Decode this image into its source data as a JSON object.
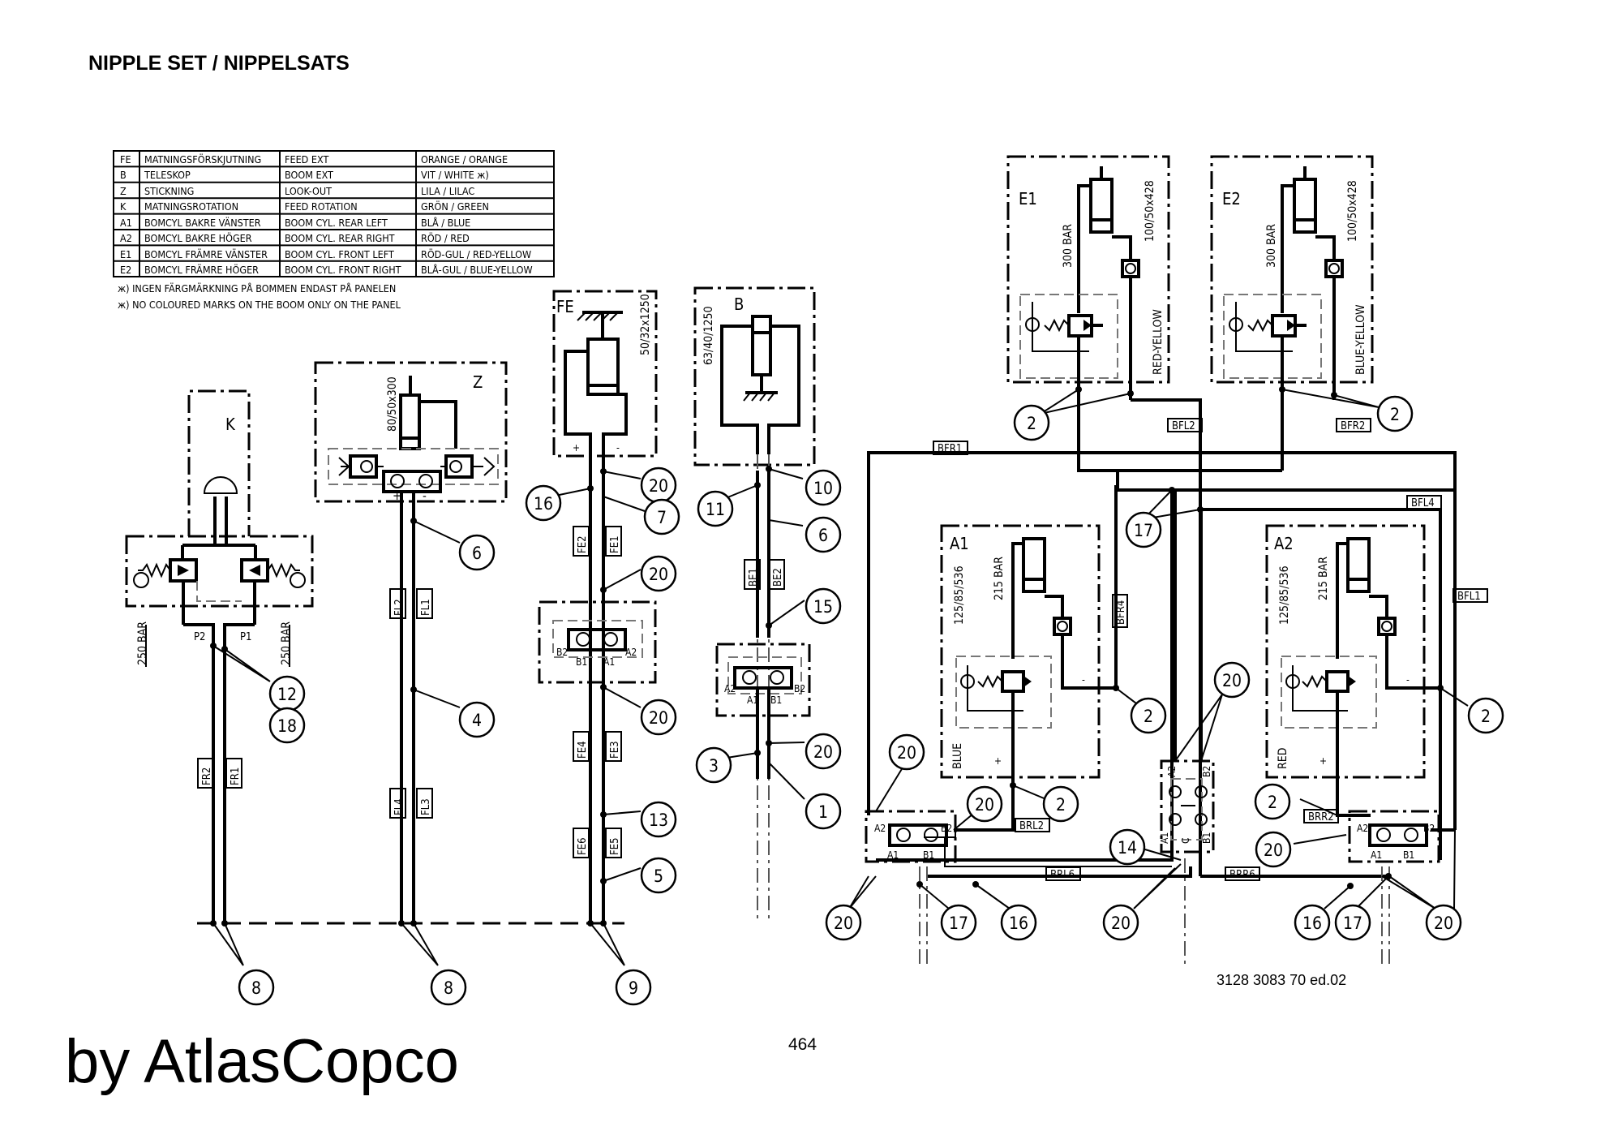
{
  "header": {
    "title": "NIPPLE SET / NIPPELSATS"
  },
  "legend": {
    "rows": [
      {
        "code": "FE",
        "sv": "MATNINGSFÖRSKJUTNING",
        "en": "FEED EXT",
        "color": "ORANGE / ORANGE"
      },
      {
        "code": "B",
        "sv": "TELESKOP",
        "en": "BOOM EXT",
        "color": "VIT / WHITE ж)"
      },
      {
        "code": "Z",
        "sv": "STICKNING",
        "en": "LOOK-OUT",
        "color": "LILA / LILAC"
      },
      {
        "code": "K",
        "sv": "MATNINGSROTATION",
        "en": "FEED ROTATION",
        "color": "GRÖN / GREEN"
      },
      {
        "code": "A1",
        "sv": "BOMCYL BAKRE VÄNSTER",
        "en": "BOOM CYL. REAR LEFT",
        "color": "BLÅ / BLUE"
      },
      {
        "code": "A2",
        "sv": "BOMCYL BAKRE HÖGER",
        "en": "BOOM CYL. REAR RIGHT",
        "color": "RÖD / RED"
      },
      {
        "code": "E1",
        "sv": "BOMCYL FRÄMRE VÄNSTER",
        "en": "BOOM CYL. FRONT LEFT",
        "color": "RÖD-GUL / RED-YELLOW"
      },
      {
        "code": "E2",
        "sv": "BOMCYL FRÄMRE HÖGER",
        "en": "BOOM CYL. FRONT RIGHT",
        "color": "BLÅ-GUL / BLUE-YELLOW"
      }
    ],
    "notes": [
      "ж) INGEN FÄRGMÄRKNING PÅ BOMMEN ENDAST PÅ PANELEN",
      "ж) NO COLOURED MARKS ON THE BOOM ONLY ON THE PANEL"
    ]
  },
  "units": {
    "K": "K",
    "Z": "Z",
    "FE": "FE",
    "B": "B",
    "A1": "A1",
    "A2": "A2",
    "E1": "E1",
    "E2": "E2",
    "z_cyl": "80/50x300",
    "fe_cyl": "50/32x1250",
    "b_cyl": "63/40/1250",
    "e1_cyl": "100/50x428",
    "e2_cyl": "100/50x428",
    "e_bar": "300 BAR",
    "a_cyl": "125/85/536",
    "a_bar": "215 BAR",
    "k_bar": "250 BAR",
    "e1_color": "RED-YELLOW",
    "e2_color": "BLUE-YELLOW",
    "a1_color": "BLUE",
    "a2_color": "RED"
  },
  "hose_labels": [
    "FR2",
    "FR1",
    "FL2",
    "FL1",
    "FL4",
    "FL3",
    "FE2",
    "FE1",
    "FE4",
    "FE3",
    "FE6",
    "FE5",
    "BE1",
    "BE2",
    "BFR1",
    "BFL2",
    "BFR2",
    "BFL4",
    "BFR4",
    "BFL1",
    "BRL2",
    "BRL6",
    "BRR6",
    "BRR2"
  ],
  "port_labels": {
    "P2": "P2",
    "P1": "P1",
    "B2": "B2",
    "B1": "B1",
    "A1": "A1",
    "A2": "A2",
    "C": "C",
    "plus": "+",
    "minus": "-"
  },
  "callouts": [
    "12",
    "18",
    "6",
    "4",
    "8",
    "8",
    "16",
    "20",
    "7",
    "20",
    "20",
    "13",
    "5",
    "9",
    "11",
    "10",
    "6",
    "15",
    "20",
    "3",
    "1",
    "2",
    "2",
    "17",
    "2",
    "2",
    "20",
    "20",
    "2",
    "14",
    "20",
    "17",
    "16",
    "20",
    "20",
    "2",
    "20",
    "16",
    "17",
    "20"
  ],
  "footer": {
    "page_number": "464",
    "drawing_number": "3128 3083 70 ed.02",
    "brand": "by AtlasCopco"
  }
}
